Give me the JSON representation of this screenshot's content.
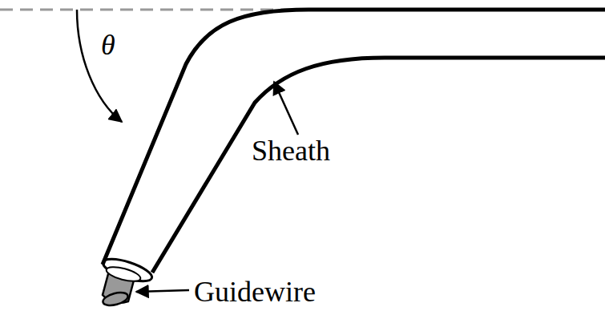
{
  "diagram": {
    "labels": [
      "θ",
      "Sheath",
      "Guidewire"
    ]
  }
}
